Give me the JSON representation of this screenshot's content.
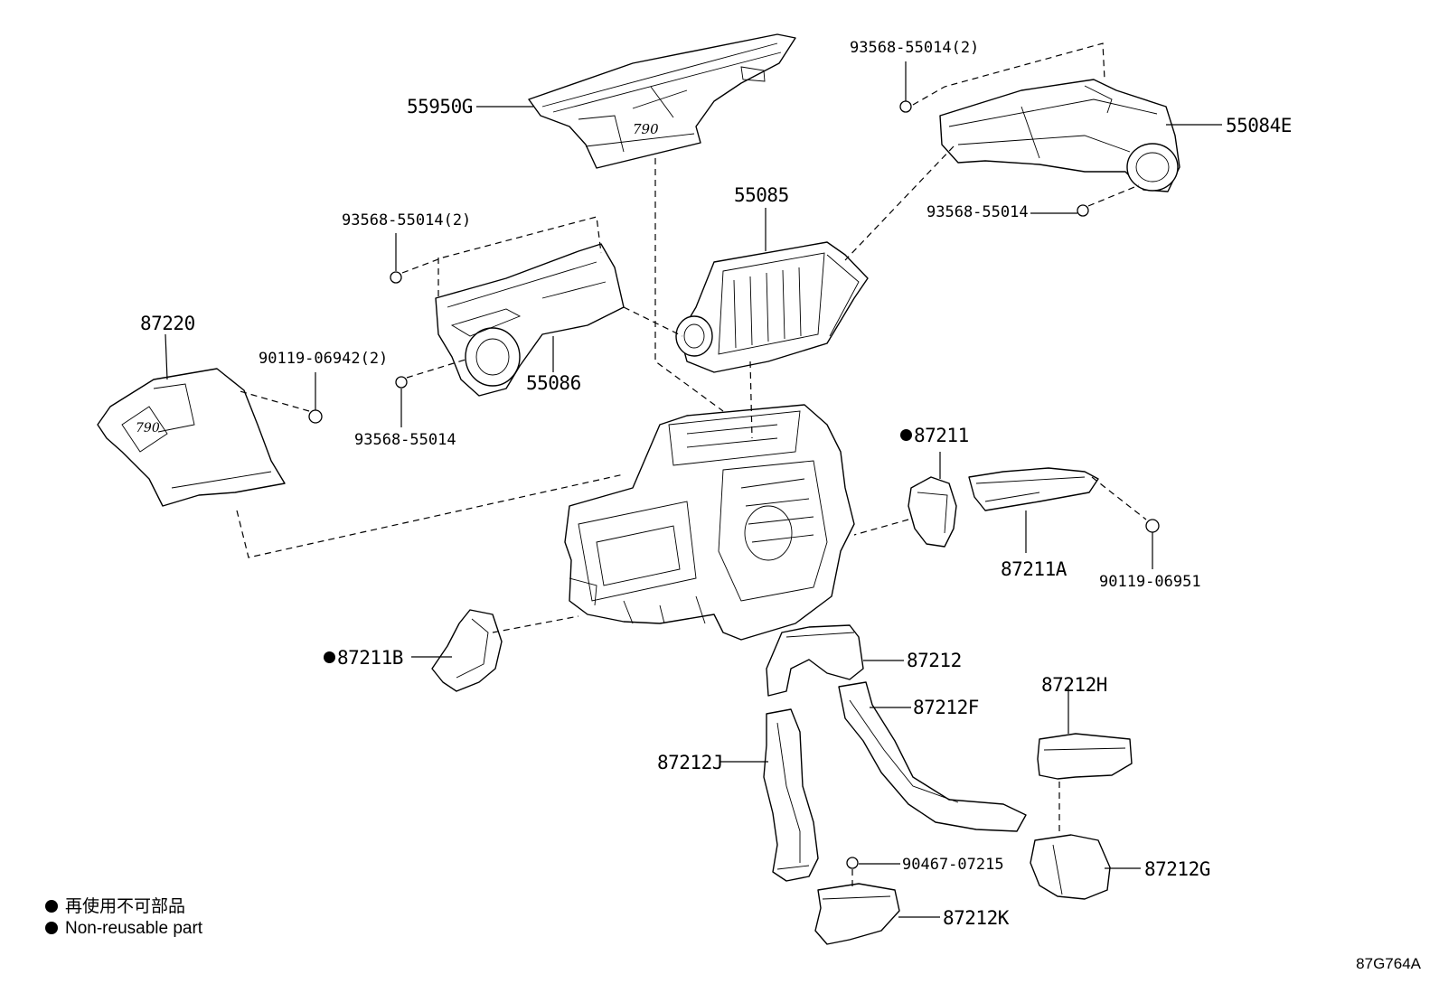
{
  "labels": {
    "p55950G": "55950G",
    "p93568_55014_2_top": "93568-55014(2)",
    "p55084E": "55084E",
    "p55085": "55085",
    "p93568_55014_2_left": "93568-55014(2)",
    "p93568_55014_right": "93568-55014",
    "p87220": "87220",
    "p90119_06942": "90119-06942(2)",
    "p55086": "55086",
    "p93568_55014_left": "93568-55014",
    "p87211": "87211",
    "p87211A": "87211A",
    "p90119_06951": "90119-06951",
    "p87211B": "87211B",
    "p87212": "87212",
    "p87212F": "87212F",
    "p87212H": "87212H",
    "p87212J": "87212J",
    "p90467_07215": "90467-07215",
    "p87212G": "87212G",
    "p87212K": "87212K"
  },
  "legend": {
    "line1": "再使用不可部品",
    "line2": "Non-reusable part"
  },
  "diagram_code": "87G764A"
}
